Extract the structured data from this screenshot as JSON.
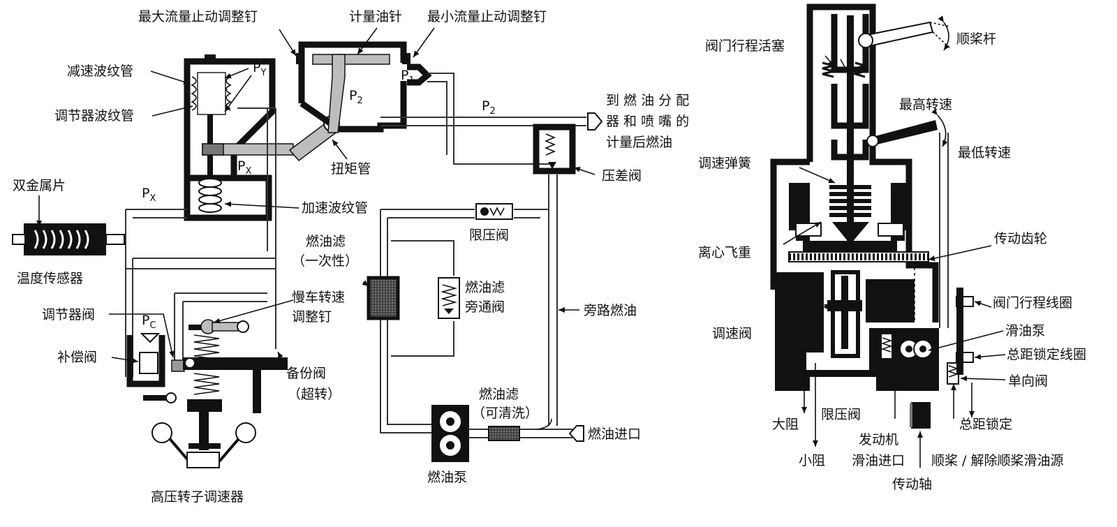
{
  "colors": {
    "ink": "#111111",
    "paper": "#ffffff",
    "tube": "#bdbdbd"
  },
  "left_diagram": {
    "max_flow_stop": "最大流量止动调整钉",
    "metering_needle": "计量油针",
    "min_flow_stop": "最小流量止动调整钉",
    "decel_bellows": "减速波纹管",
    "governor_bellows": "调节器波纹管",
    "py": "P",
    "py_sub": "Y",
    "p1": "P",
    "p1_sub": "1",
    "p2_chamber": "P",
    "p2_chamber_sub": "2",
    "p2_line": "P",
    "p2_line_sub": "2",
    "outlet_line1": "到 燃 油 分 配",
    "outlet_line2": "器 和 喷 嘴 的",
    "outlet_line3": "计量后燃油",
    "torque_tube": "扭矩管",
    "px_inner": "P",
    "px_inner_sub": "X",
    "px_outer": "P",
    "px_outer_sub": "X",
    "diff_valve": "压差阀",
    "bimetal": "双金属片",
    "accel_bellows": "加速波纹管",
    "relief_valve": "限压阀",
    "temp_sensor": "温度传感器",
    "filter_once_1": "燃油滤",
    "filter_once_2": "（一次性）",
    "filter_bypass_1": "燃油滤",
    "filter_bypass_2": "旁通阀",
    "bypass_fuel": "旁路燃油",
    "governor_valve": "调节器阀",
    "pc": "P",
    "pc_sub": "C",
    "idle_screw_1": "慢车转速",
    "idle_screw_2": "调整钉",
    "comp_valve": "补偿阀",
    "backup_1": "备份阀",
    "backup_2": "（超转）",
    "filter_clean_1": "燃油滤",
    "filter_clean_2": "（可清洗）",
    "fuel_inlet": "燃油进口",
    "fuel_pump": "燃油泵",
    "hp_governor": "高压转子调速器"
  },
  "right_diagram": {
    "valve_piston": "阀门行程活塞",
    "feather_lever": "顺桨杆",
    "max_speed": "最高转速",
    "min_speed": "最低转速",
    "speeder_spring": "调速弹簧",
    "flyweights": "离心飞重",
    "drive_gear": "传动齿轮",
    "valve_coil": "阀门行程线圈",
    "pilot_valve": "调速阀",
    "oil_pump": "滑油泵",
    "pitch_lock_coil": "总距锁定线圈",
    "check_valve": "单向阀",
    "big_resist": "大阻",
    "relief_valve": "限压阀",
    "pitch_lock": "总距锁定",
    "small_resist": "小阻",
    "engine_oil_1": "发动机",
    "engine_oil_2": "滑油进口",
    "feather_source": "顺桨 / 解除顺桨滑油源",
    "drive_shaft": "传动轴"
  }
}
